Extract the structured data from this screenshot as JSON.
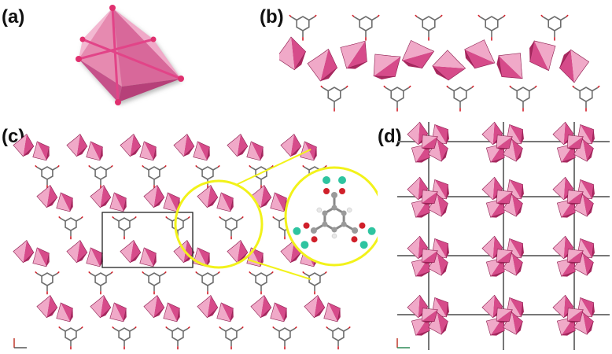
{
  "figure": {
    "panels": [
      {
        "id": "a",
        "label": "(a)"
      },
      {
        "id": "b",
        "label": "(b)"
      },
      {
        "id": "c",
        "label": "(c)"
      },
      {
        "id": "d",
        "label": "(d)"
      }
    ]
  },
  "colors": {
    "polyhedron": "#d64b8a",
    "polyhedron_light": "#f0a9c8",
    "polyhedron_dark": "#a8285f",
    "linker": "#6d6d6d",
    "oxygen": "#d0202a",
    "coordination_site": "#2ec4a0",
    "hydrogen": "#e8e8e8",
    "carbon": "#9a9a9a",
    "highlight_circle": "#f2f21a"
  }
}
